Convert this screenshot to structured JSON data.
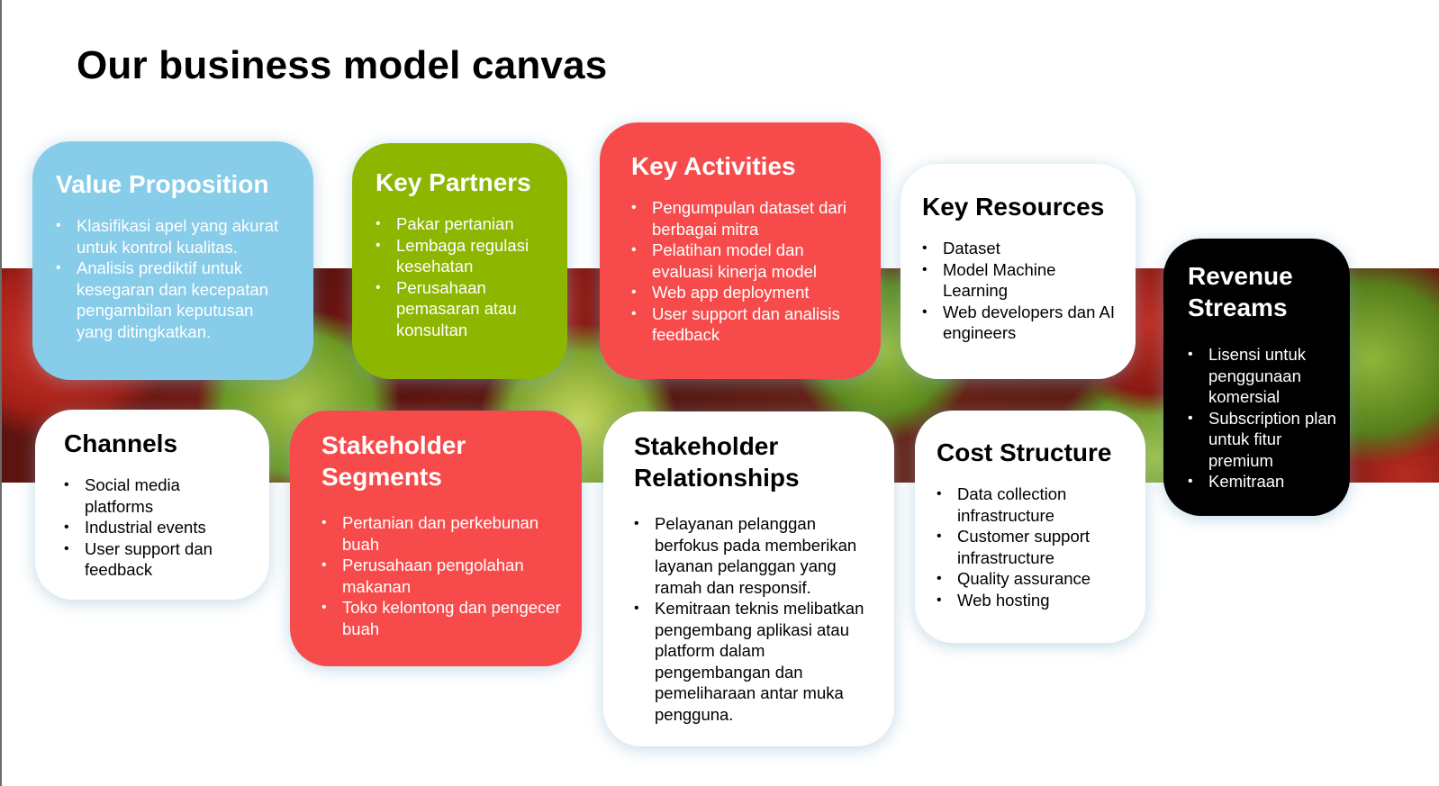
{
  "title": "Our business model canvas",
  "colors": {
    "blue": "#87cce9",
    "green": "#8db600",
    "red": "#f74b4b",
    "white": "#ffffff",
    "black": "#000000"
  },
  "cards": {
    "value_proposition": {
      "title": "Value Proposition",
      "items": [
        "Klasifikasi apel yang akurat untuk kontrol kualitas.",
        "Analisis prediktif untuk kesegaran dan kecepatan pengambilan keputusan yang ditingkatkan."
      ]
    },
    "key_partners": {
      "title": "Key Partners",
      "items": [
        "Pakar pertanian",
        "Lembaga regulasi kesehatan",
        "Perusahaan pemasaran atau konsultan"
      ]
    },
    "key_activities": {
      "title": "Key Activities",
      "items": [
        "Pengumpulan dataset dari berbagai mitra",
        "Pelatihan model dan evaluasi kinerja model",
        "Web app deployment",
        "User support dan analisis feedback"
      ]
    },
    "key_resources": {
      "title": "Key Resources",
      "items": [
        "Dataset",
        "Model Machine Learning",
        "Web developers dan AI engineers"
      ]
    },
    "revenue_streams": {
      "title_line1": "Revenue",
      "title_line2": "Streams",
      "items": [
        "Lisensi untuk penggunaan komersial",
        "Subscription plan untuk fitur premium",
        "Kemitraan"
      ]
    },
    "channels": {
      "title": "Channels",
      "items": [
        "Social media platforms",
        "Industrial events",
        "User support dan feedback"
      ]
    },
    "stakeholder_segments": {
      "title_line1": "Stakeholder",
      "title_line2": "Segments",
      "items": [
        "Pertanian dan perkebunan buah",
        "Perusahaan pengolahan makanan",
        "Toko kelontong dan pengecer buah"
      ]
    },
    "stakeholder_relationships": {
      "title_line1": "Stakeholder",
      "title_line2": "Relationships",
      "items": [
        "Pelayanan pelanggan berfokus pada memberikan layanan pelanggan yang ramah dan responsif.",
        "Kemitraan teknis melibatkan pengembang aplikasi atau platform dalam pengembangan dan pemeliharaan antar muka pengguna."
      ]
    },
    "cost_structure": {
      "title": "Cost Structure",
      "items": [
        "Data collection infrastructure",
        "Customer support infrastructure",
        "Quality assurance",
        "Web hosting"
      ]
    }
  }
}
